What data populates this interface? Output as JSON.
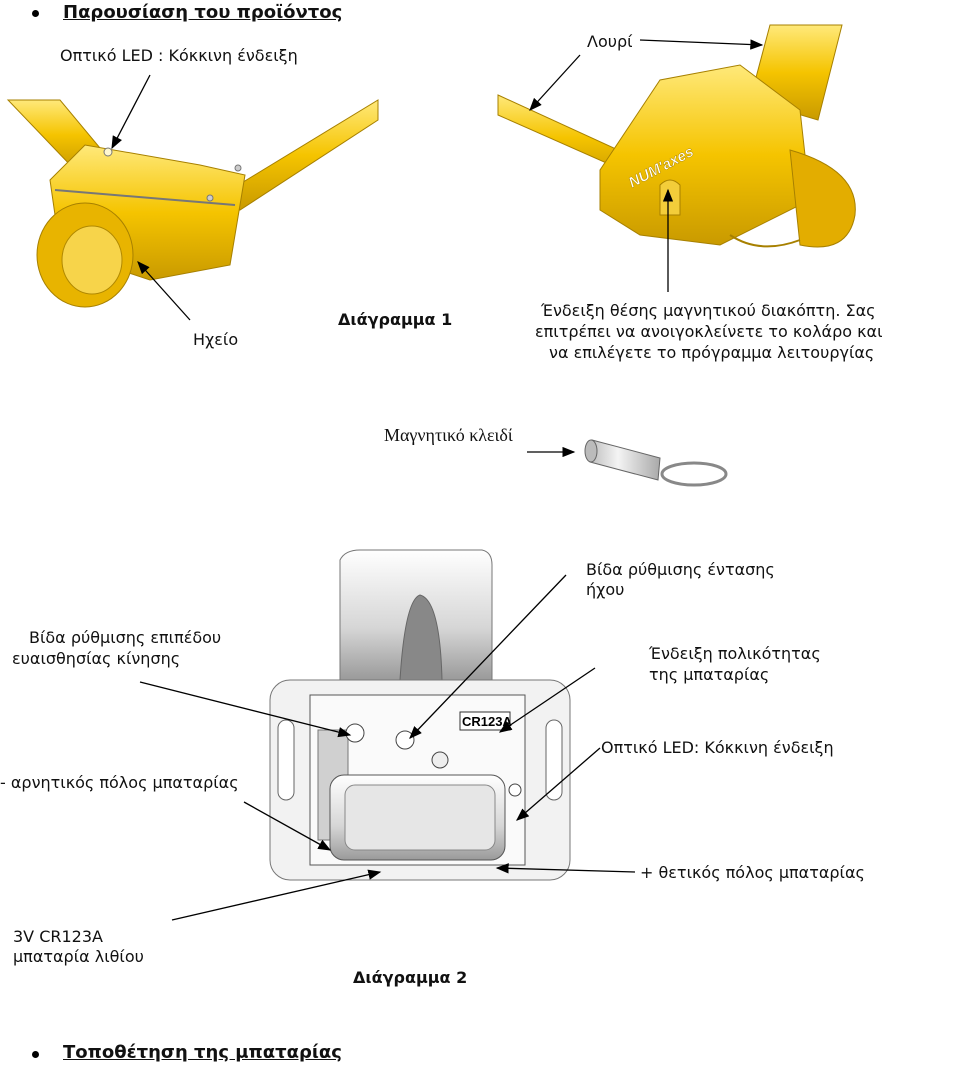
{
  "section1": {
    "title": "Παρουσίαση του προϊόντος"
  },
  "diagram1": {
    "caption": "Διάγραμμα 1",
    "labels": {
      "led": "Οπτικό LED : Κόκκινη ένδειξη",
      "strap": "Λουρί",
      "speaker": "Ηχείο",
      "switch_line1": "Ένδειξη θέσης μαγνητικού διακόπτη.  Σας",
      "switch_line2": "επιτρέπει να ανοιγοκλείνετε το κολάρο και",
      "switch_line3": "να επιλέγετε το πρόγραμμα λειτουργίας",
      "brand": "NUM'axes"
    }
  },
  "magnetic_key": {
    "label": "Μαγνητικό κλειδί"
  },
  "diagram2": {
    "caption": "Διάγραμμα 2",
    "labels": {
      "volume_line1": "Βίδα ρύθμισης έντασης",
      "volume_line2": "ήχου",
      "sensitivity_line1": "Βίδα ρύθμισης επιπέδου",
      "sensitivity_line2": "ευαισθησίας κίνησης",
      "polarity_line1": "Ένδειξη πολικότητας",
      "polarity_line2": "της μπαταρίας",
      "led": "Οπτικό LED: Κόκκινη ένδειξη",
      "negative": "- αρνητικός πόλος μπαταρίας",
      "positive": "+ θετικός πόλος μπαταρίας",
      "battery_line1": "3V CR123A",
      "battery_line2": "μπαταρία λιθίου",
      "battery_print": "CR123A"
    }
  },
  "section2": {
    "title": "Τοποθέτηση της μπαταρίας"
  },
  "colors": {
    "yellow": "#f5c400",
    "yellow_dark": "#d8a600",
    "grey": "#d8d8d8",
    "line": "#000000"
  }
}
